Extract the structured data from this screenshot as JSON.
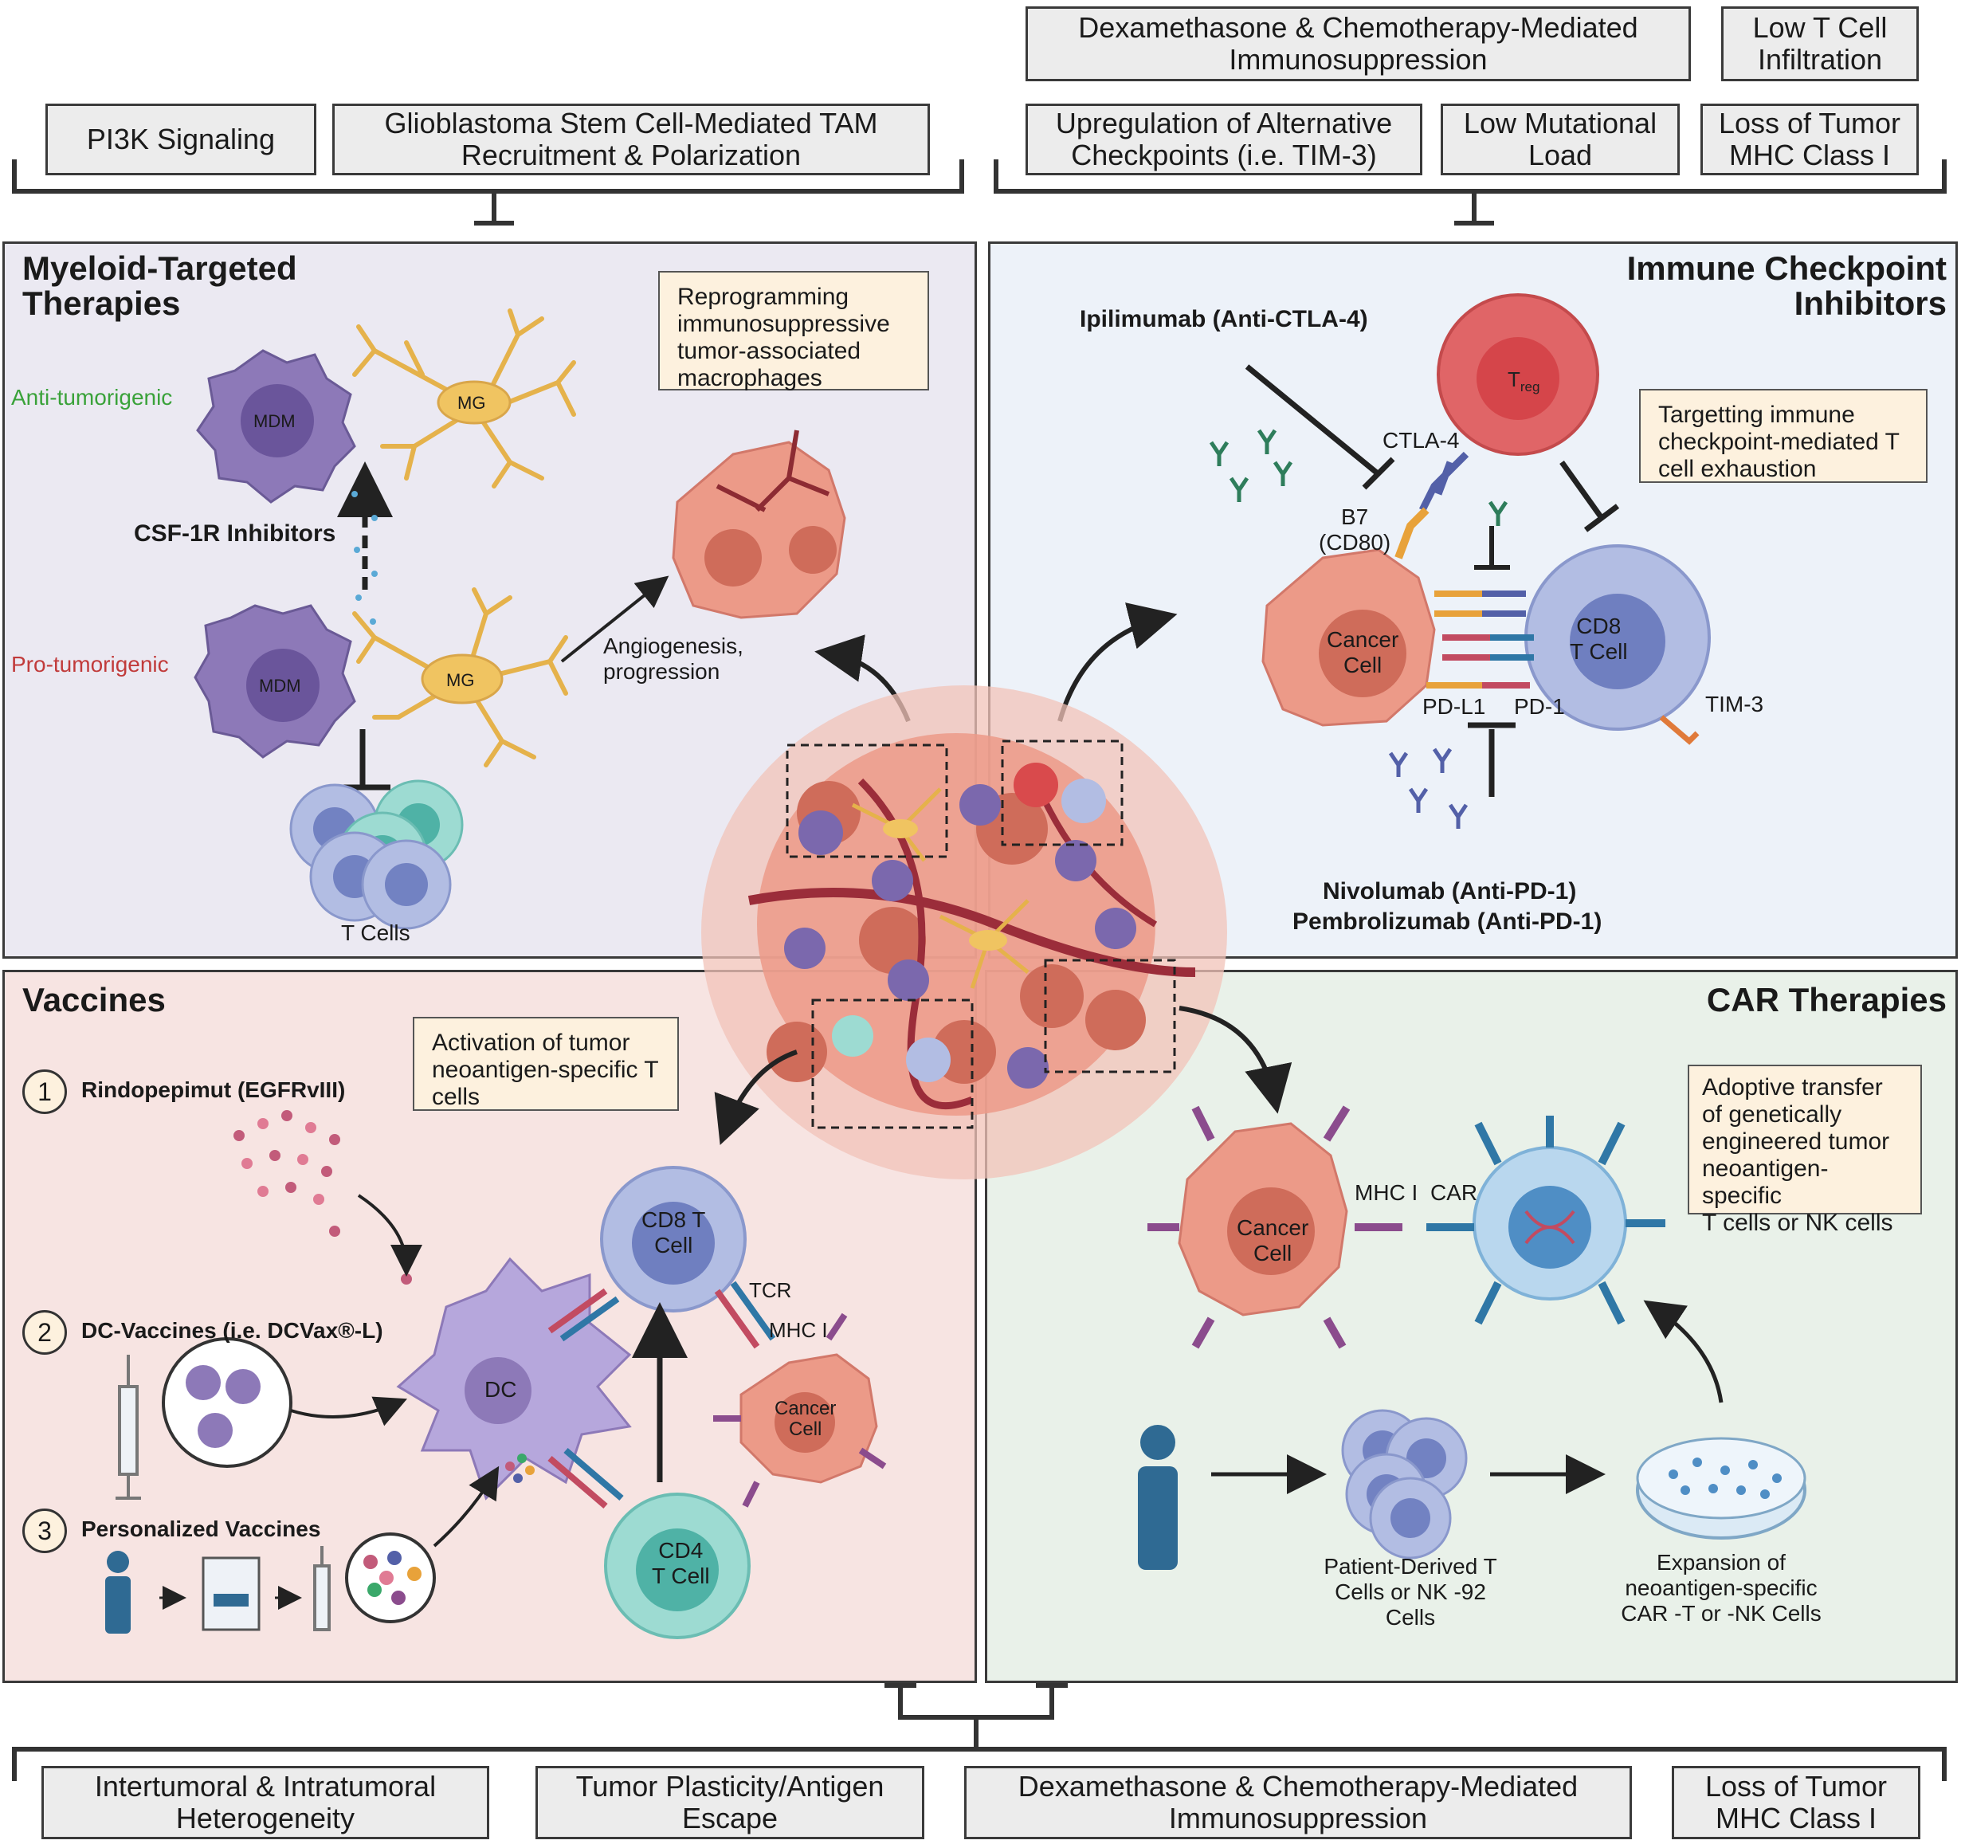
{
  "top_left_barriers": [
    "PI3K Signaling",
    "Glioblastoma Stem  Cell-Mediated  TAM\nRecruitment & Polarization"
  ],
  "top_right_barriers": [
    "Dexamethasone & Chemotherapy-Mediated\nImmunosuppression",
    "Low T Cell\nInfiltration",
    "Upregulation of Alternative\nCheckpoints (i.e. TIM-3)",
    "Low Mutational\nLoad",
    "Loss of Tumor\nMHC Class I"
  ],
  "bottom_barriers": [
    "Intertumoral & Intratumoral\nHeterogeneity",
    "Tumor Plasticity/Antigen\nEscape",
    "Dexamethasone & Chemotherapy-Mediated\nImmunosuppression",
    "Loss of Tumor\nMHC Class I"
  ],
  "myeloid": {
    "title": "Myeloid-Targeted\nTherapies",
    "note": "Reprogramming\nimmunosuppressive\ntumor-associated\nmacrophages",
    "anti": "Anti-tumorigenic",
    "pro": "Pro-tumorigenic",
    "csf": "CSF-1R Inhibitors",
    "mdm": "MDM",
    "mg": "MG",
    "tcells": "T Cells",
    "angio": "Angiogenesis,\nprogression"
  },
  "checkpoint": {
    "title": "Immune Checkpoint\nInhibitors",
    "ipi": "Ipilimumab (Anti-CTLA-4)",
    "note": "Targetting immune\ncheckpoint-mediated T\ncell exhaustion",
    "treg": "T",
    "treg_sub": "reg",
    "ctla4": "CTLA-4",
    "b7": "B7\n(CD80)",
    "cancer": "Cancer\nCell",
    "cd8": "CD8\nT Cell",
    "pdl1": "PD-L1",
    "pd1": "PD-1",
    "tim3": "TIM-3",
    "nivo": "Nivolumab (Anti-PD-1)",
    "pembro": "Pembrolizumab (Anti-PD-1)"
  },
  "vaccines": {
    "title": "Vaccines",
    "note": "Activation of tumor\nneoantigen-specific T\ncells",
    "items": [
      {
        "num": "1",
        "label": "Rindopepimut (EGFRvIII)"
      },
      {
        "num": "2",
        "label": "DC-Vaccines (i.e. DCVax®-L)"
      },
      {
        "num": "3",
        "label": "Personalized Vaccines"
      }
    ],
    "dc": "DC",
    "cd8": "CD8 T\nCell",
    "cd4": "CD4\nT Cell",
    "tcr": "TCR",
    "mhc": "MHC I",
    "cancer": "Cancer\nCell"
  },
  "car": {
    "title": "CAR Therapies",
    "note": "Adoptive transfer\nof genetically\nengineered tumor\nneoantigen-specific\nT cells or NK cells",
    "cancer": "Cancer\nCell",
    "mhc": "MHC I",
    "car": "CAR",
    "patient": "Patient-Derived T\nCells or NK -92\nCells",
    "expansion": "Expansion of\nneoantigen-specific\nCAR -T or -NK  Cells"
  }
}
